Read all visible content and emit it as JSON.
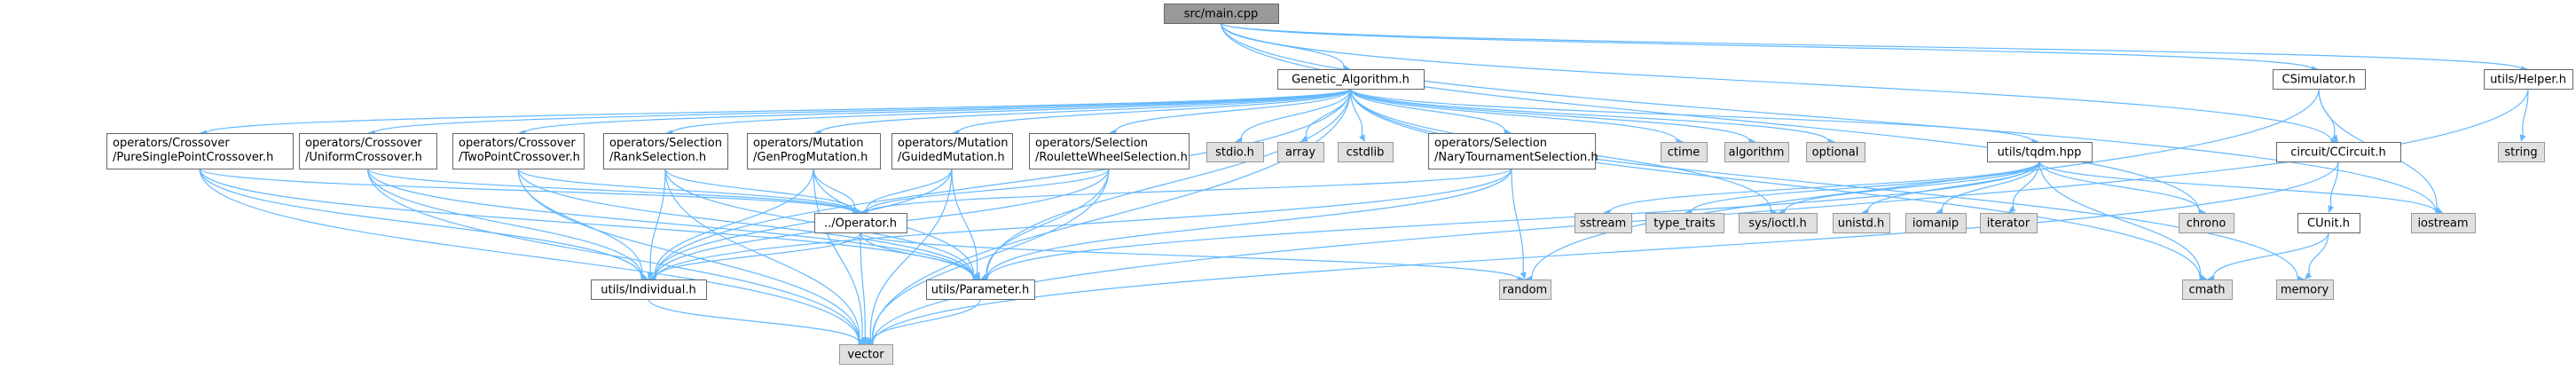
{
  "colors": {
    "edge": "#63b8ff",
    "local_fill": "#ffffff",
    "system_fill": "#e0e0e0",
    "root_fill": "#999999",
    "border": "#666666"
  },
  "nodes": [
    {
      "id": "main",
      "label": "src/main.cpp",
      "kind": "root"
    },
    {
      "id": "ga",
      "label": "Genetic_Algorithm.h",
      "kind": "local"
    },
    {
      "id": "csim",
      "label": "CSimulator.h",
      "kind": "local"
    },
    {
      "id": "helper",
      "label": "utils/Helper.h",
      "kind": "local"
    },
    {
      "id": "ccircuit",
      "label": "circuit/CCircuit.h",
      "kind": "local"
    },
    {
      "id": "cunit",
      "label": "CUnit.h",
      "kind": "local"
    },
    {
      "id": "pspx",
      "label": [
        "operators/Crossover",
        "/PureSinglePointCrossover.h"
      ],
      "kind": "local"
    },
    {
      "id": "ux",
      "label": [
        "operators/Crossover",
        "/UniformCrossover.h"
      ],
      "kind": "local"
    },
    {
      "id": "tpx",
      "label": [
        "operators/Crossover",
        "/TwoPointCrossover.h"
      ],
      "kind": "local"
    },
    {
      "id": "rank",
      "label": [
        "operators/Selection",
        "/RankSelection.h"
      ],
      "kind": "local"
    },
    {
      "id": "gpm",
      "label": [
        "operators/Mutation",
        "/GenProgMutation.h"
      ],
      "kind": "local"
    },
    {
      "id": "gm",
      "label": [
        "operators/Mutation",
        "/GuidedMutation.h"
      ],
      "kind": "local"
    },
    {
      "id": "rws",
      "label": [
        "operators/Selection",
        "/RouletteWheelSelection.h"
      ],
      "kind": "local"
    },
    {
      "id": "nts",
      "label": [
        "operators/Selection",
        "/NaryTournamentSelection.h"
      ],
      "kind": "local"
    },
    {
      "id": "tqdm",
      "label": "utils/tqdm.hpp",
      "kind": "local"
    },
    {
      "id": "operator",
      "label": "../Operator.h",
      "kind": "local"
    },
    {
      "id": "individual",
      "label": "utils/Individual.h",
      "kind": "local"
    },
    {
      "id": "parameter",
      "label": "utils/Parameter.h",
      "kind": "local"
    },
    {
      "id": "stdio",
      "label": "stdio.h",
      "kind": "system"
    },
    {
      "id": "array",
      "label": "array",
      "kind": "system"
    },
    {
      "id": "cstdlib",
      "label": "cstdlib",
      "kind": "system"
    },
    {
      "id": "ctime",
      "label": "ctime",
      "kind": "system"
    },
    {
      "id": "algorithm",
      "label": "algorithm",
      "kind": "system"
    },
    {
      "id": "optional",
      "label": "optional",
      "kind": "system"
    },
    {
      "id": "string",
      "label": "string",
      "kind": "system"
    },
    {
      "id": "sstream",
      "label": "sstream",
      "kind": "system"
    },
    {
      "id": "type_traits",
      "label": "type_traits",
      "kind": "system"
    },
    {
      "id": "sysioctl",
      "label": "sys/ioctl.h",
      "kind": "system"
    },
    {
      "id": "unistd",
      "label": "unistd.h",
      "kind": "system"
    },
    {
      "id": "iomanip",
      "label": "iomanip",
      "kind": "system"
    },
    {
      "id": "iterator",
      "label": "iterator",
      "kind": "system"
    },
    {
      "id": "chrono",
      "label": "chrono",
      "kind": "system"
    },
    {
      "id": "iostream",
      "label": "iostream",
      "kind": "system"
    },
    {
      "id": "random",
      "label": "random",
      "kind": "system"
    },
    {
      "id": "cmath",
      "label": "cmath",
      "kind": "system"
    },
    {
      "id": "memory",
      "label": "memory",
      "kind": "system"
    },
    {
      "id": "vector",
      "label": "vector",
      "kind": "system"
    }
  ],
  "edges": [
    [
      "main",
      "ga"
    ],
    [
      "main",
      "csim"
    ],
    [
      "main",
      "ccircuit"
    ],
    [
      "main",
      "helper"
    ],
    [
      "main",
      "chrono"
    ],
    [
      "main",
      "iostream"
    ],
    [
      "ga",
      "pspx"
    ],
    [
      "ga",
      "ux"
    ],
    [
      "ga",
      "tpx"
    ],
    [
      "ga",
      "rank"
    ],
    [
      "ga",
      "gpm"
    ],
    [
      "ga",
      "gm"
    ],
    [
      "ga",
      "rws"
    ],
    [
      "ga",
      "nts"
    ],
    [
      "ga",
      "stdio"
    ],
    [
      "ga",
      "array"
    ],
    [
      "ga",
      "cstdlib"
    ],
    [
      "ga",
      "ctime"
    ],
    [
      "ga",
      "algorithm"
    ],
    [
      "ga",
      "optional"
    ],
    [
      "ga",
      "tqdm"
    ],
    [
      "ga",
      "sysioctl"
    ],
    [
      "ga",
      "cmath"
    ],
    [
      "ga",
      "memory"
    ],
    [
      "ga",
      "vector"
    ],
    [
      "ga",
      "individual"
    ],
    [
      "ga",
      "parameter"
    ],
    [
      "csim",
      "ccircuit"
    ],
    [
      "csim",
      "iostream"
    ],
    [
      "csim",
      "random"
    ],
    [
      "ccircuit",
      "cunit"
    ],
    [
      "ccircuit",
      "vector"
    ],
    [
      "cunit",
      "cmath"
    ],
    [
      "cunit",
      "memory"
    ],
    [
      "helper",
      "string"
    ],
    [
      "helper",
      "vector"
    ],
    [
      "tqdm",
      "sstream"
    ],
    [
      "tqdm",
      "type_traits"
    ],
    [
      "tqdm",
      "sysioctl"
    ],
    [
      "tqdm",
      "unistd"
    ],
    [
      "tqdm",
      "iomanip"
    ],
    [
      "tqdm",
      "iterator"
    ],
    [
      "tqdm",
      "chrono"
    ],
    [
      "tqdm",
      "cmath"
    ],
    [
      "tqdm",
      "iostream"
    ],
    [
      "tqdm",
      "parameter"
    ],
    [
      "pspx",
      "operator"
    ],
    [
      "pspx",
      "individual"
    ],
    [
      "pspx",
      "parameter"
    ],
    [
      "pspx",
      "vector"
    ],
    [
      "ux",
      "operator"
    ],
    [
      "ux",
      "individual"
    ],
    [
      "ux",
      "parameter"
    ],
    [
      "ux",
      "vector"
    ],
    [
      "tpx",
      "operator"
    ],
    [
      "tpx",
      "individual"
    ],
    [
      "tpx",
      "parameter"
    ],
    [
      "tpx",
      "vector"
    ],
    [
      "rank",
      "operator"
    ],
    [
      "rank",
      "individual"
    ],
    [
      "rank",
      "parameter"
    ],
    [
      "rank",
      "vector"
    ],
    [
      "gpm",
      "operator"
    ],
    [
      "gpm",
      "individual"
    ],
    [
      "gpm",
      "parameter"
    ],
    [
      "gpm",
      "vector"
    ],
    [
      "gm",
      "operator"
    ],
    [
      "gm",
      "individual"
    ],
    [
      "gm",
      "parameter"
    ],
    [
      "gm",
      "vector"
    ],
    [
      "rws",
      "operator"
    ],
    [
      "rws",
      "individual"
    ],
    [
      "rws",
      "parameter"
    ],
    [
      "rws",
      "vector"
    ],
    [
      "nts",
      "operator"
    ],
    [
      "nts",
      "individual"
    ],
    [
      "nts",
      "parameter"
    ],
    [
      "nts",
      "random"
    ],
    [
      "operator",
      "individual"
    ],
    [
      "operator",
      "parameter"
    ],
    [
      "operator",
      "vector"
    ],
    [
      "operator",
      "random"
    ],
    [
      "individual",
      "vector"
    ],
    [
      "parameter",
      "vector"
    ]
  ]
}
